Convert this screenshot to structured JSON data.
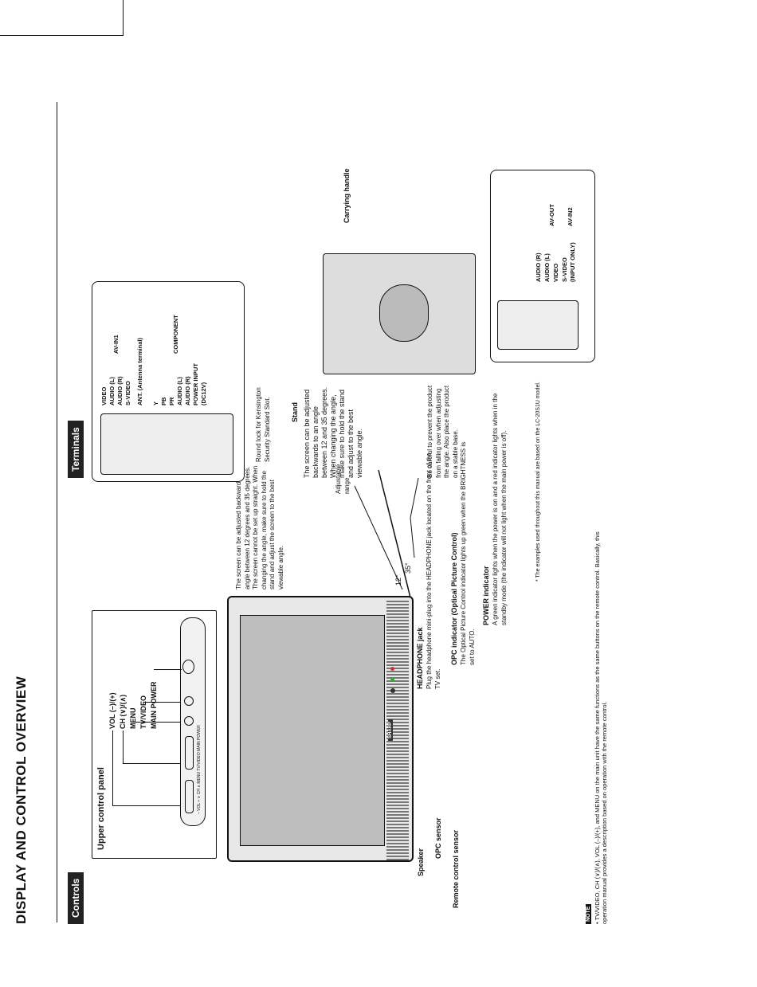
{
  "title": "DISPLAY AND CONTROL OVERVIEW",
  "controls": {
    "tab": "Controls",
    "upper_panel_title": "Upper control panel",
    "buttons": [
      "VOL (–)/(+)",
      "CH (∨)/(∧)",
      "MENU",
      "TV/VIDEO",
      "MAIN POWER"
    ],
    "panel_marks": "– VOL +    ∨ CH ∧    MENU   TV/VIDEO   MAIN POWER",
    "tilt_note": "The screen can be adjusted backwards to an angle between 12 degrees and 35 degrees. The screen cannot be set up straight. When changing the angle, make sure to hold the stand and adjust the screen to the best viewable angle.",
    "angle_35": "35°",
    "angle_12": "12°",
    "adjustable_range": "Adjustable range",
    "headphone_title": "HEADPHONE jack",
    "headphone_text": "Plug the headphone mini-plug into the HEADPHONE jack located on the front of the TV set.",
    "opc_ind_title": "OPC indicator (Optical Picture Control)",
    "opc_ind_text": "The Optical Picture Control indicator lights up green when the BRIGHTNESS is set to AUTO.",
    "power_ind_title": "POWER indicator",
    "power_ind_text": "A green indicator lights when the power is on and a red indicator lights when in the standby mode (the indicator will not light when the main power is off).",
    "footnote": "* The examples used throughout this manual are based on the LC-20S1U model.",
    "speaker": "Speaker",
    "opc_sensor": "OPC sensor",
    "remote_sensor": "Remote control sensor",
    "note_tag": "NOTE",
    "note_text": "• TV/VIDEO, CH (∨)/(∧), VOL (–)/(+), and MENU on the main unit have the same functions as the same buttons on the remote control. Basically, this operation manual provides a description based on operation with the remote control.",
    "brand": "SHARP"
  },
  "terminals": {
    "tab": "Terminals",
    "rear_labels": [
      "VIDEO",
      "AUDIO (L)",
      "AUDIO (R)",
      "S-VIDEO",
      "ANT. (Antenna terminal)",
      "Y",
      "PB",
      "PR",
      "AUDIO (L)",
      "AUDIO (R)",
      "POWER INPUT",
      "(DC12V)"
    ],
    "av_in1": "AV-IN1",
    "component": "COMPONENT",
    "carrying_handle": "Carrying handle",
    "round_lock": "Round lock for Kensington Security Standard Slot.",
    "stand": "Stand",
    "stand_text": "The screen can be adjusted backwards to an angle between 12 and 35 degrees. When changing the angle, make sure to hold the stand and adjust to the best viewable angle.",
    "caution_text": "Be careful to prevent the product from falling over when adjusting the angle. Also place the product on a stable base.",
    "side_labels": [
      "AUDIO (R)",
      "AUDIO (L)",
      "VIDEO",
      "S-VIDEO",
      "(INPUT ONLY)"
    ],
    "av_out": "AV-OUT",
    "av_in2": "AV-IN2"
  }
}
